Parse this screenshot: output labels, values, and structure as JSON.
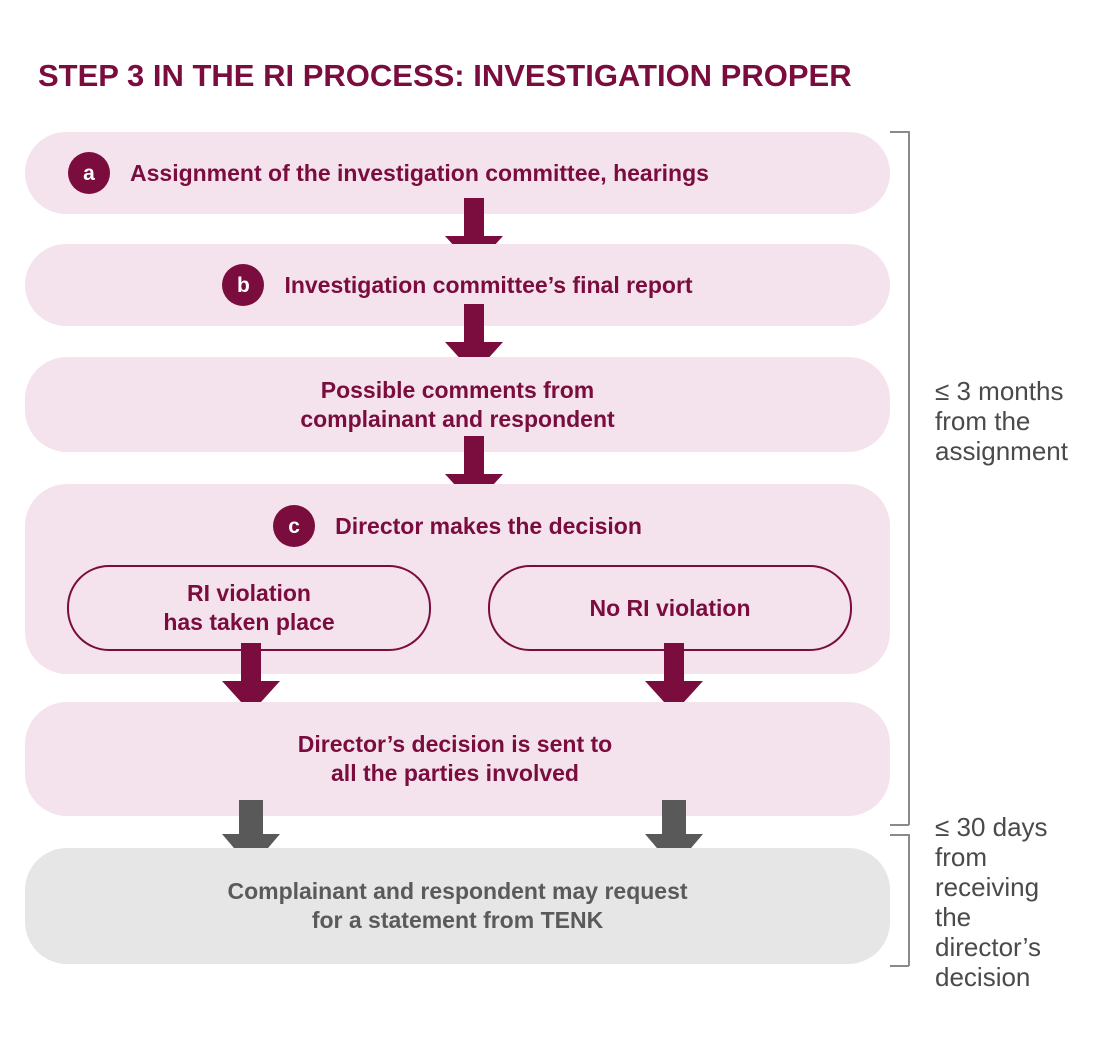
{
  "title": "STEP 3 IN THE RI PROCESS: INVESTIGATION PROPER",
  "steps": {
    "a": {
      "badge": "a",
      "label": "Assignment of the investigation committee, hearings"
    },
    "b": {
      "badge": "b",
      "label": "Investigation committee’s final report"
    },
    "comments": {
      "line1": "Possible comments from",
      "line2": "complainant and respondent"
    },
    "c": {
      "badge": "c",
      "label": "Director makes the decision",
      "violation": {
        "line1": "RI violation",
        "line2": "has taken place"
      },
      "no_violation": "No RI violation"
    },
    "sent": {
      "line1": "Director’s decision is sent to",
      "line2": "all the parties involved"
    },
    "statement": {
      "line1": "Complainant and respondent may request",
      "line2": "for a statement from TENK"
    }
  },
  "timeframes": {
    "investigation": {
      "line1": "≤ 3 months",
      "line2": "from the",
      "line3": "assignment"
    },
    "statement": {
      "line1": "≤ 30 days",
      "line2": "from",
      "line3": "receiving",
      "line4": "the",
      "line5": "director’s",
      "line6": "decision"
    }
  },
  "colors": {
    "primary": "#7a0c3e",
    "box_fill": "#f4e3ec",
    "gray_fill": "#e6e6e6",
    "gray_arrow": "#595959",
    "gray_text": "#5a5a5a"
  }
}
